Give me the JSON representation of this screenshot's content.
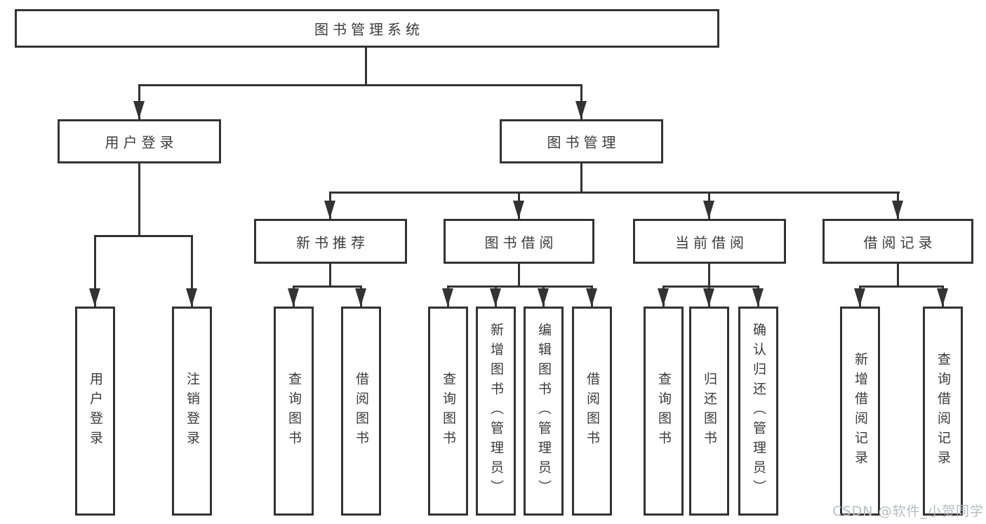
{
  "diagram": {
    "title": "图书管理系统",
    "nodes": {
      "root": "图书管理系统",
      "user_login": "用户登录",
      "book_mgmt": "图书管理",
      "new_book_rec": "新书推荐",
      "book_borrow": "图书借阅",
      "current_borrow": "当前借阅",
      "borrow_records": "借阅记录",
      "leaf_user_login": "用户登录",
      "leaf_logout": "注销登录",
      "rec_query_book": "查询图书",
      "rec_borrow_book": "借阅图书",
      "bb_query_book": "查询图书",
      "bb_add_book": "新增图书（管理员）",
      "bb_edit_book": "编辑图书（管理员）",
      "bb_borrow_book": "借阅图书",
      "cb_query_book": "查询图书",
      "cb_return_book": "归还图书",
      "cb_confirm_return": "确认归还（管理员）",
      "br_add_record": "新增借阅记录",
      "br_query_record": "查询借阅记录"
    },
    "hierarchy": {
      "图书管理系统": [
        "用户登录",
        "图书管理"
      ],
      "用户登录": [
        "用户登录",
        "注销登录"
      ],
      "图书管理": [
        "新书推荐",
        "图书借阅",
        "当前借阅",
        "借阅记录"
      ],
      "新书推荐": [
        "查询图书",
        "借阅图书"
      ],
      "图书借阅": [
        "查询图书",
        "新增图书（管理员）",
        "编辑图书（管理员）",
        "借阅图书"
      ],
      "当前借阅": [
        "查询图书",
        "归还图书",
        "确认归还（管理员）"
      ],
      "借阅记录": [
        "新增借阅记录",
        "查询借阅记录"
      ]
    }
  },
  "watermark": {
    "text": "CSDN @软件_小贺同学"
  },
  "colors": {
    "line": "#333333",
    "text": "#3b3b3b",
    "background": "#ffffff",
    "watermark": "#b7bbc0"
  }
}
